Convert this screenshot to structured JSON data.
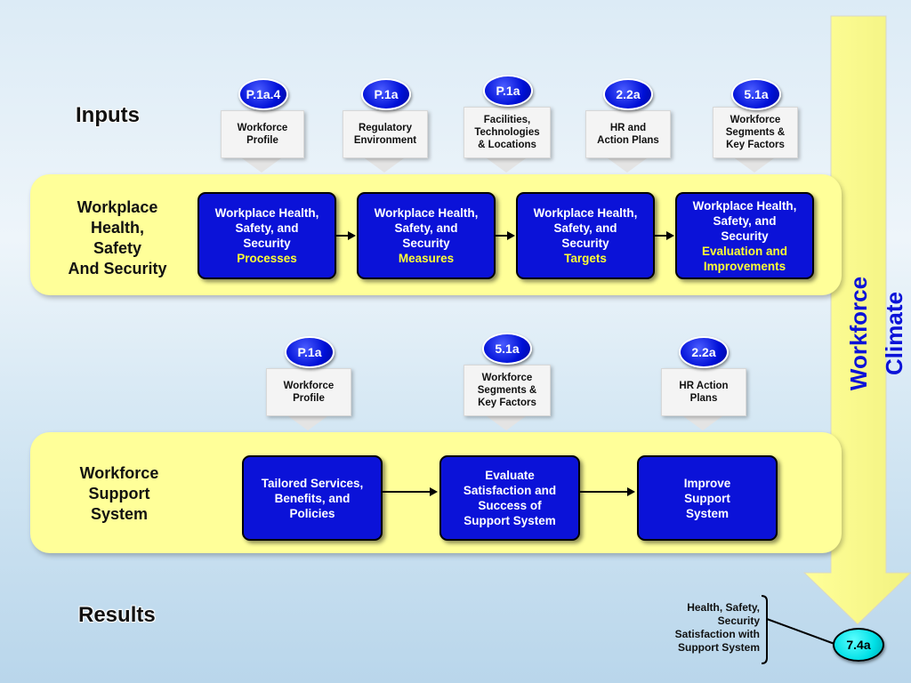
{
  "inputs_title": "Inputs",
  "results_title": "Results",
  "top_badges": [
    "P.1a.4",
    "P.1a",
    "P.1a",
    "2.2a",
    "5.1a"
  ],
  "top_inputs": [
    {
      "line1": "Workforce",
      "line2": "Profile",
      "line3": ""
    },
    {
      "line1": "Regulatory",
      "line2": "Environment",
      "line3": ""
    },
    {
      "line1": "Facilities,",
      "line2": "Technologies",
      "line3": "& Locations"
    },
    {
      "line1": "HR and",
      "line2": "Action Plans",
      "line3": ""
    },
    {
      "line1": "Workforce",
      "line2": "Segments &",
      "line3": "Key Factors"
    }
  ],
  "band1": {
    "title_lines": [
      "Workplace",
      "Health,",
      "Safety",
      "And Security"
    ],
    "processes": [
      {
        "l1": "Workplace Health,",
        "l2": "Safety, and",
        "l3": "Security",
        "hl": "Processes",
        "hl2": ""
      },
      {
        "l1": "Workplace Health,",
        "l2": "Safety, and",
        "l3": "Security",
        "hl": "Measures",
        "hl2": ""
      },
      {
        "l1": "Workplace Health,",
        "l2": "Safety, and",
        "l3": "Security",
        "hl": "Targets",
        "hl2": ""
      },
      {
        "l1": "Workplace Health,",
        "l2": "Safety, and",
        "l3": "Security",
        "hl": "Evaluation and",
        "hl2": "Improvements"
      }
    ]
  },
  "mid_badges": [
    "P.1a",
    "5.1a",
    "2.2a"
  ],
  "mid_inputs": [
    {
      "line1": "Workforce",
      "line2": "Profile",
      "line3": ""
    },
    {
      "line1": "Workforce",
      "line2": "Segments &",
      "line3": "Key Factors"
    },
    {
      "line1": "HR Action",
      "line2": "Plans",
      "line3": ""
    }
  ],
  "band2": {
    "title_lines": [
      "Workforce",
      "Support",
      "System"
    ],
    "processes": [
      {
        "l1": "Tailored Services,",
        "l2": "Benefits, and",
        "l3": "Policies",
        "l4": ""
      },
      {
        "l1": "Evaluate",
        "l2": "Satisfaction and",
        "l3": "Success of",
        "l4": "Support System"
      },
      {
        "l1": "Improve",
        "l2": "Support",
        "l3": "System",
        "l4": ""
      }
    ]
  },
  "climate_label": "Workforce Climate",
  "result_text": [
    "Health, Safety,",
    "Security",
    "Satisfaction with",
    "Support System"
  ],
  "result_badge": "7.4a",
  "colors": {
    "band": "#ffff99",
    "process_box": "#0b12d8",
    "highlight": "#ffff33",
    "climate_text": "#0b12d8",
    "badge": "#0010d8"
  }
}
